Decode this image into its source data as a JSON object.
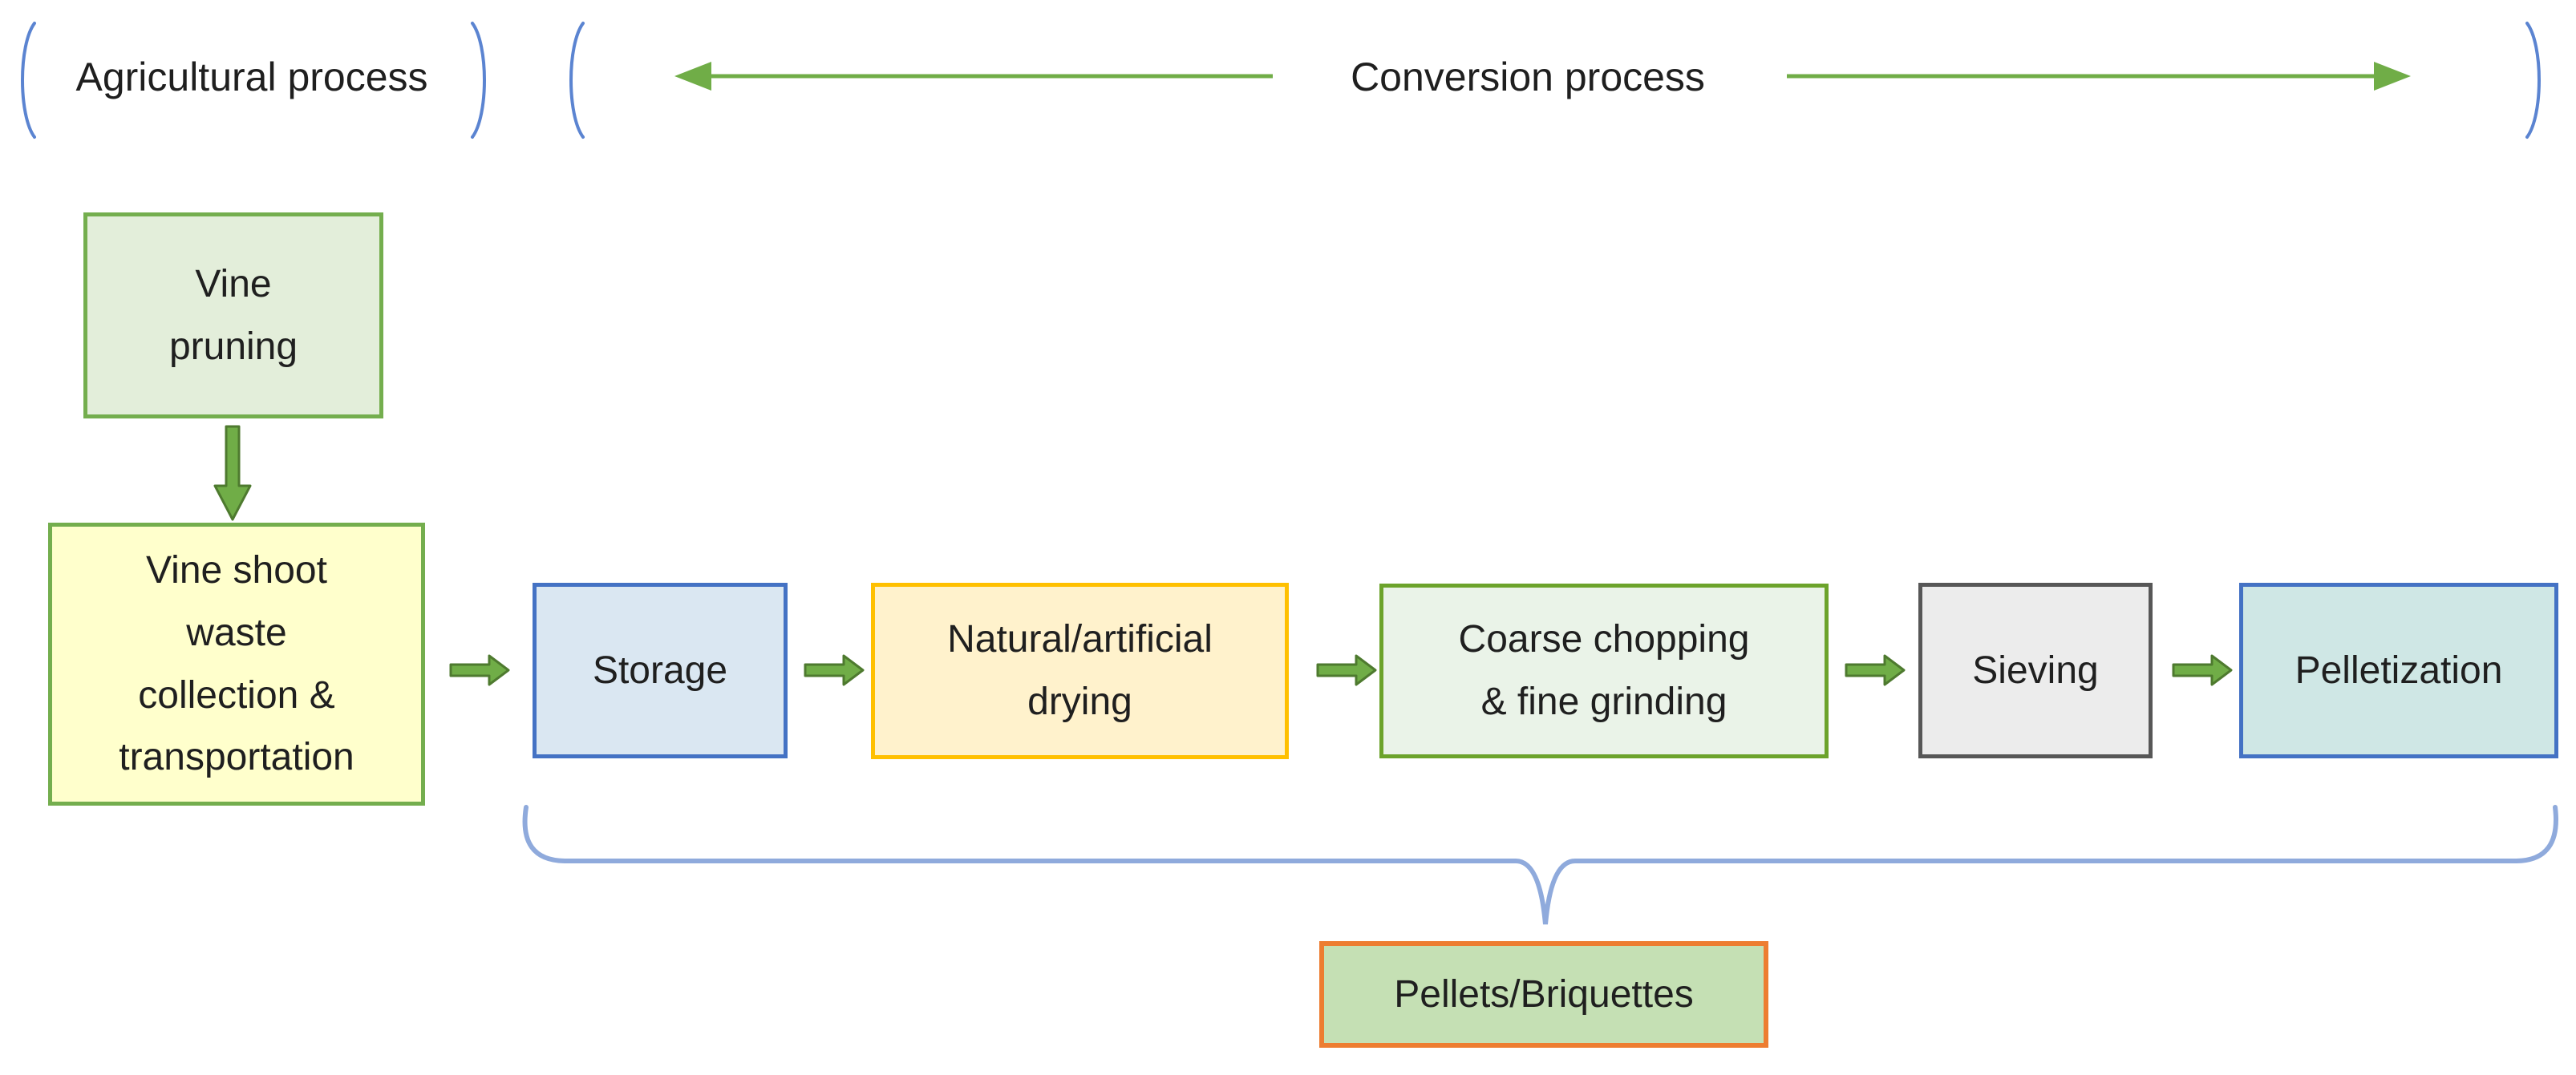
{
  "header": {
    "agricultural_label": "Agricultural process",
    "conversion_label": "Conversion process"
  },
  "process_boxes": [
    {
      "id": "vine-pruning",
      "label": "Vine\npruning",
      "fill": "#E3EEDA",
      "border": "#74AE4E"
    },
    {
      "id": "vine-shoot-waste",
      "label": "Vine shoot\nwaste\ncollection &\ntransportation",
      "fill": "#FFFFCC",
      "border": "#74AE4E"
    },
    {
      "id": "storage",
      "label": "Storage",
      "fill": "#DAE7F2",
      "border": "#4472C4"
    },
    {
      "id": "drying",
      "label": "Natural/artificial\ndrying",
      "fill": "#FFF2CC",
      "border": "#FFC000"
    },
    {
      "id": "chopping-grinding",
      "label": "Coarse chopping\n& fine grinding",
      "fill": "#EAF3E8",
      "border": "#6CA32B"
    },
    {
      "id": "sieving",
      "label": "Sieving",
      "fill": "#ECECEC",
      "border": "#575757"
    },
    {
      "id": "pelletization",
      "label": "Pelletization",
      "fill": "#CFE7E5",
      "border": "#4472C4"
    }
  ],
  "output_box": {
    "label": "Pellets/Briquettes",
    "fill": "#C5E0B4",
    "border": "#ED7D31"
  },
  "colors": {
    "accent_green": "#70AD47",
    "accent_green_dark": "#4E7A2F",
    "bracket_blue": "#5B84D1",
    "brace_blue": "#8FAADC",
    "text_color": "#1F1F1F"
  }
}
